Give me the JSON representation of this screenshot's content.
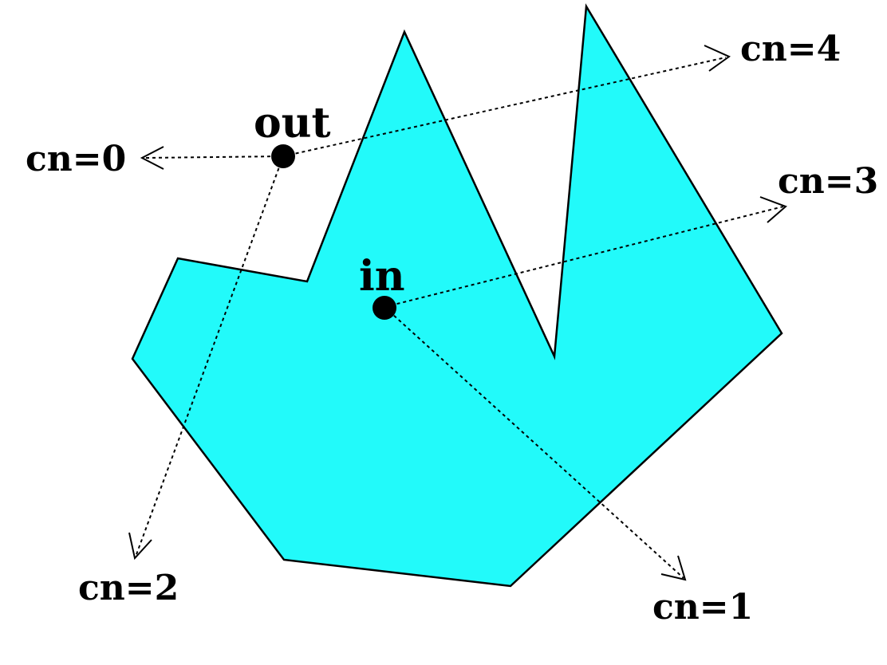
{
  "colors": {
    "polygon_fill": "#22FAFA",
    "stroke": "#000000",
    "background": "#FFFFFF"
  },
  "points": {
    "out": {
      "label": "out"
    },
    "in": {
      "label": "in"
    }
  },
  "rays": [
    {
      "id": "out-left",
      "label": "cn=0"
    },
    {
      "id": "out-right",
      "label": "cn=4"
    },
    {
      "id": "out-down",
      "label": "cn=2"
    },
    {
      "id": "in-right",
      "label": "cn=3"
    },
    {
      "id": "in-down",
      "label": "cn=1"
    }
  ]
}
